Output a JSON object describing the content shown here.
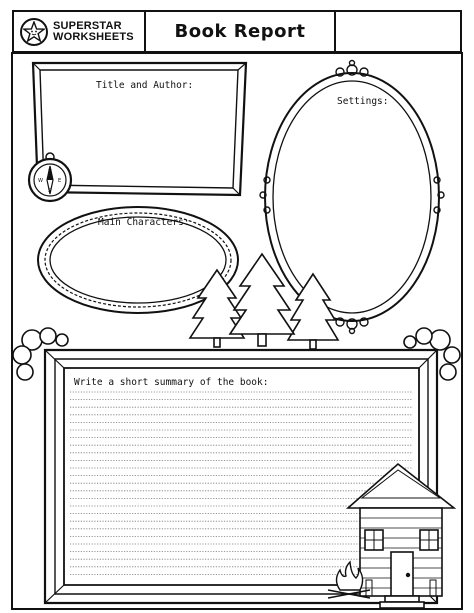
{
  "header": {
    "brand_line1": "SUPERSTAR",
    "brand_line2": "WORKSHEETS",
    "title": "Book Report",
    "brand_icon": "star-face-icon"
  },
  "sections": {
    "title_author_label": "Title and Author:",
    "settings_label": "Settings:",
    "main_characters_label": "Main Characters:",
    "summary_label": "Write a short summary of the book:"
  },
  "decorations": {
    "compass": "compass-icon",
    "trees": "pine-trees-illustration",
    "cabin": "log-cabin-illustration",
    "campfire": "campfire-icon"
  }
}
